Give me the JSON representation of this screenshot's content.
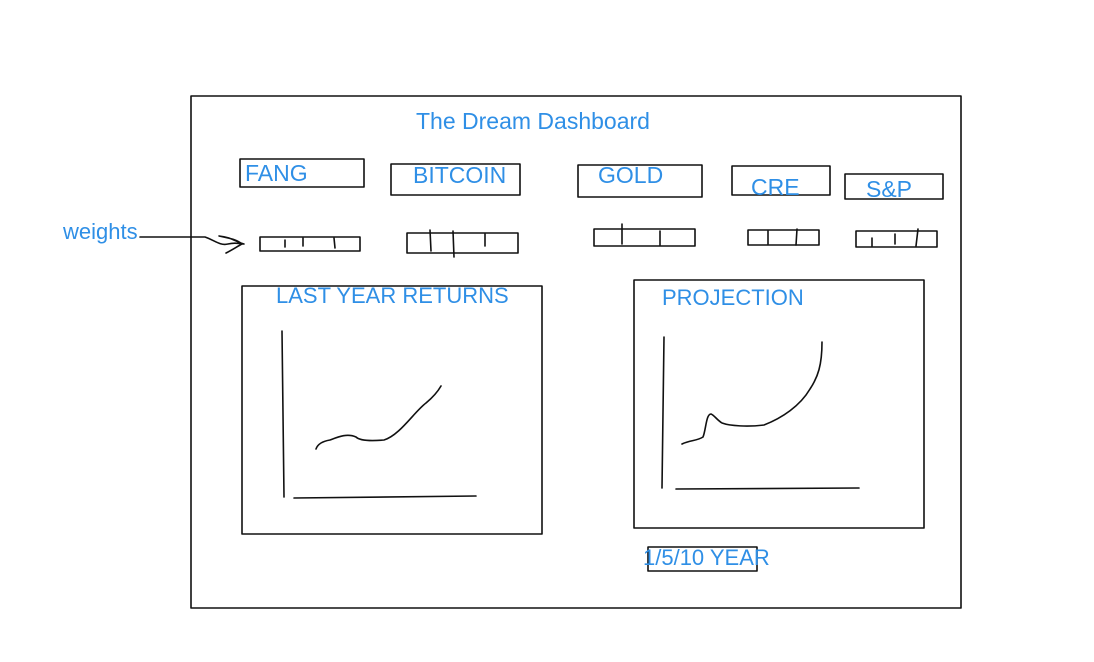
{
  "dashboard": {
    "title": "The Dream Dashboard"
  },
  "assets": [
    {
      "label": "FANG"
    },
    {
      "label": "BITCOIN"
    },
    {
      "label": "GOLD"
    },
    {
      "label": "CRE"
    },
    {
      "label": "S&P"
    }
  ],
  "weights": {
    "annotation_label": "weights"
  },
  "charts": {
    "returns": {
      "title": "LAST YEAR RETURNS"
    },
    "projection": {
      "title": "PROJECTION"
    }
  },
  "period_selector": {
    "label": "1/5/10 YEAR"
  },
  "colors": {
    "text": "#2f8fe6",
    "stroke": "#111111",
    "background": "#ffffff"
  }
}
